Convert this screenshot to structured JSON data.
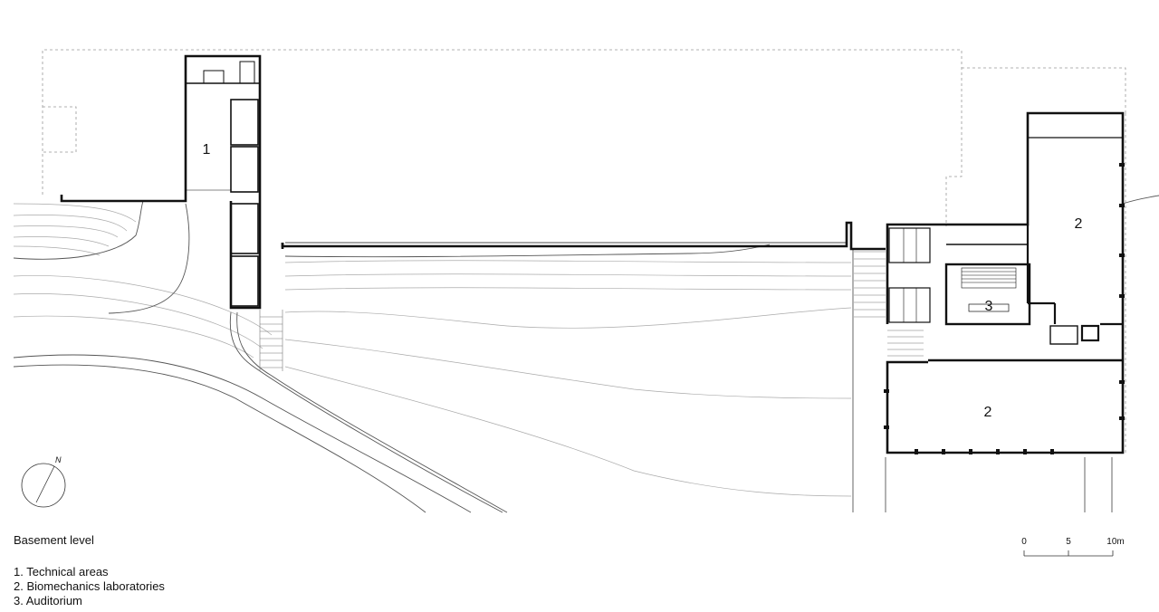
{
  "title": "Basement level",
  "legend": [
    "1. Technical areas",
    "2. Biomechanics laboratories",
    "3. Auditorium"
  ],
  "room_labels": [
    "1",
    "2",
    "2",
    "3"
  ],
  "north_label": "N",
  "scale_labels": [
    "0",
    "5",
    "10m"
  ],
  "colors": {
    "wall": "#111111",
    "thin": "#666666",
    "dashed": "#999999",
    "contour": "#aaaaaa"
  }
}
